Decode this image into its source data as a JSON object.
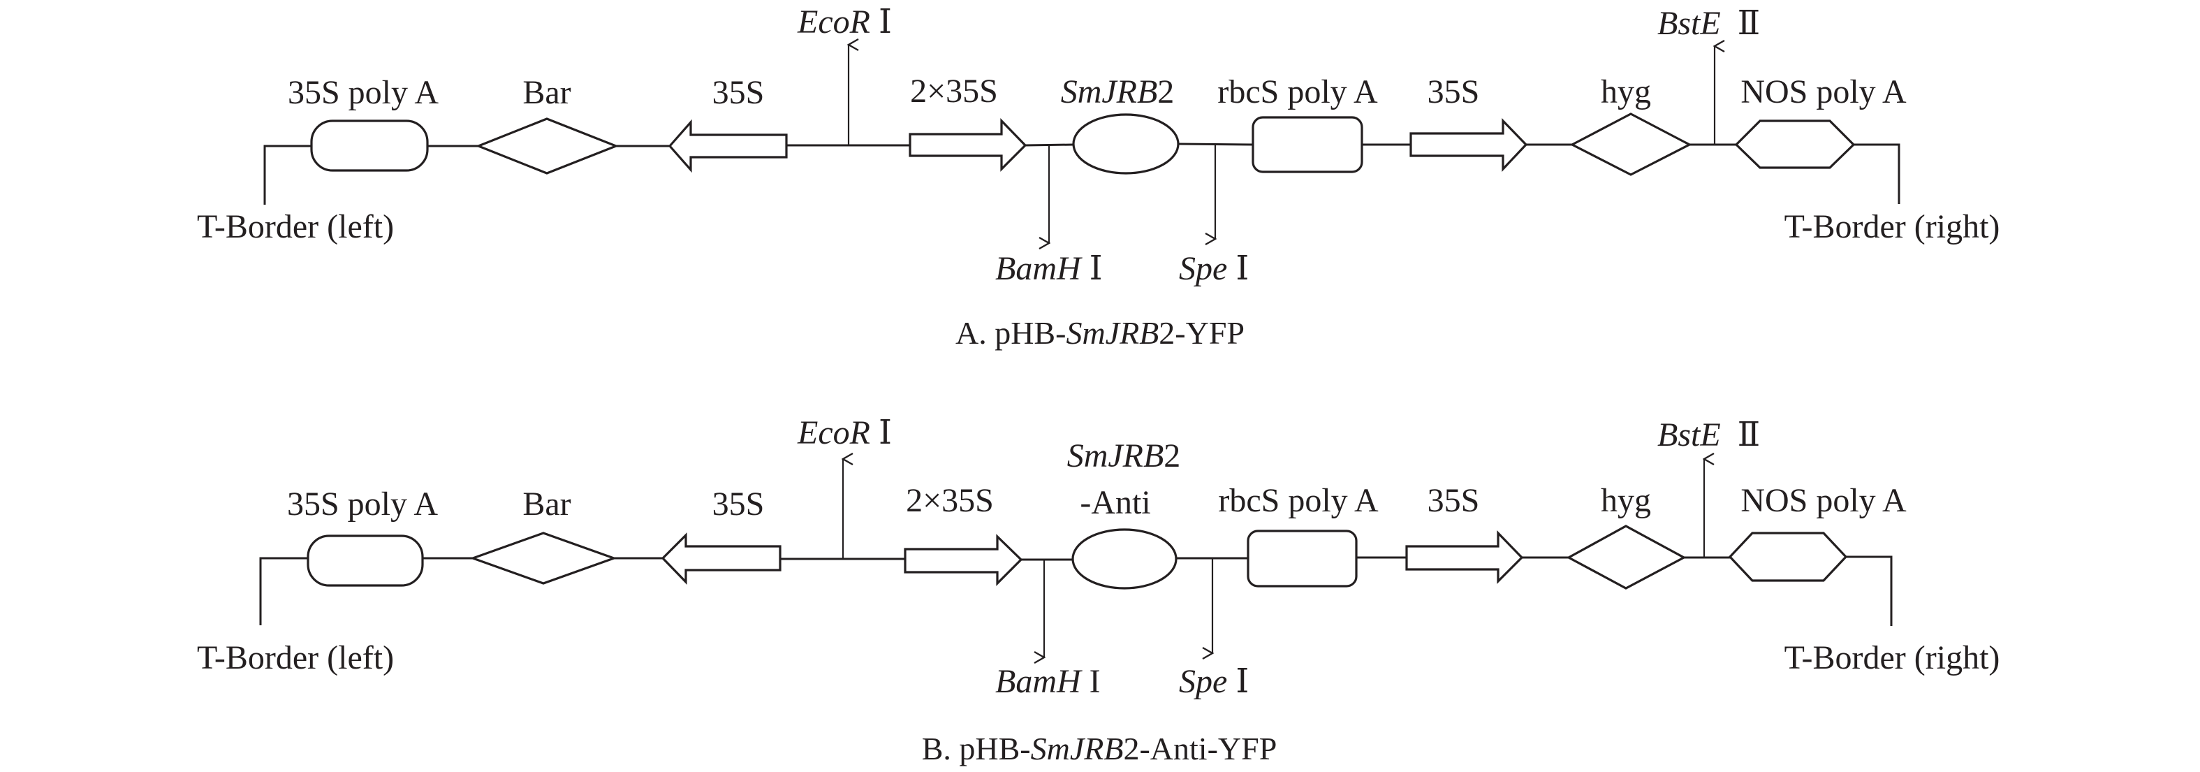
{
  "panels": [
    {
      "id": "A",
      "caption": {
        "prefix": "A. pHB-",
        "italic": "SmJRB",
        "suffix": "2-YFP"
      },
      "left_border": "T-Border (left)",
      "right_border": "T-Border (right)",
      "elements": {
        "polyA_35S": "35S poly A",
        "bar": "Bar",
        "promoter_35S_rev": "35S",
        "promoter_2x35S": "2×35S",
        "gene": {
          "italic": "SmJRB",
          "plain": "2",
          "line2": ""
        },
        "rbcS_polyA": "rbcS poly A",
        "promoter_35S_fwd": "35S",
        "hyg": "hyg",
        "nos_polyA": "NOS poly A"
      },
      "sites": {
        "ecoRI": {
          "italic": "EcoR",
          "numeral": " Ⅰ"
        },
        "bamHI": {
          "italic": "BamH",
          "numeral": " Ⅰ"
        },
        "speI": {
          "italic": "Spe",
          "numeral": " Ⅰ"
        },
        "bstEII": {
          "italic": "BstE",
          "numeral": "  Ⅱ"
        }
      }
    },
    {
      "id": "B",
      "caption": {
        "prefix": "B. pHB-",
        "italic": "SmJRB",
        "suffix": "2-Anti-YFP"
      },
      "left_border": "T-Border (left)",
      "right_border": "T-Border (right)",
      "elements": {
        "polyA_35S": "35S poly A",
        "bar": "Bar",
        "promoter_35S_rev": "35S",
        "promoter_2x35S": "2×35S",
        "gene": {
          "italic": "SmJRB",
          "plain": "2",
          "line2": "-Anti"
        },
        "rbcS_polyA": "rbcS poly A",
        "promoter_35S_fwd": "35S",
        "hyg": "hyg",
        "nos_polyA": "NOS poly A"
      },
      "sites": {
        "ecoRI": {
          "italic": "EcoR",
          "numeral": " Ⅰ"
        },
        "bamHI": {
          "italic": "BamH",
          "numeral": " I"
        },
        "speI": {
          "italic": "Spe",
          "numeral": " Ⅰ"
        },
        "bstEII": {
          "italic": "BstE",
          "numeral": "  Ⅱ"
        }
      }
    }
  ],
  "colors": {
    "stroke": "#231f20",
    "background": "#ffffff"
  }
}
